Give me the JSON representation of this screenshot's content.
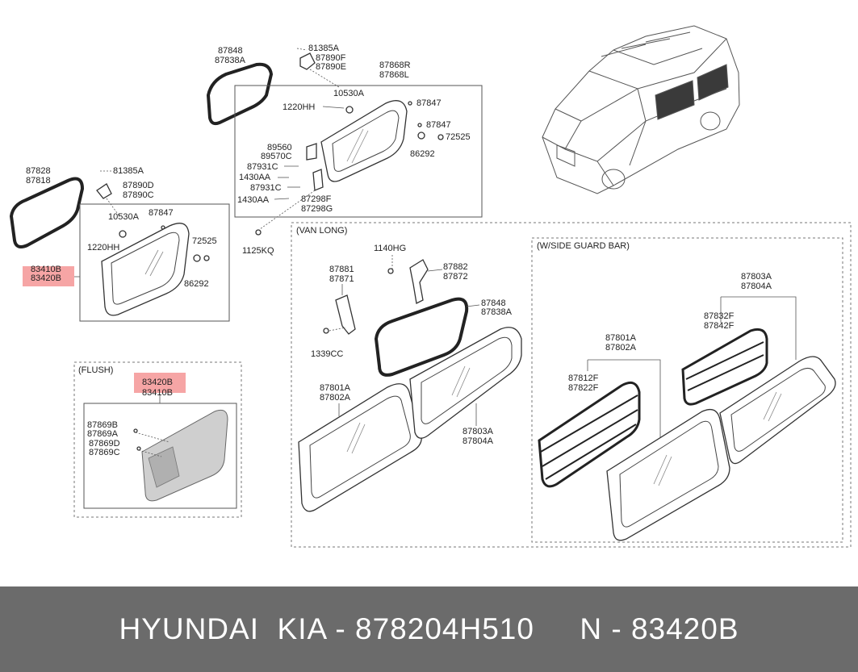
{
  "labels": {
    "l87848a": "87848",
    "l87838a_a": "87838A",
    "l81385a_top": "81385A",
    "l87890f": "87890F",
    "l87890e": "87890E",
    "l87868r": "87868R",
    "l87868l": "87868L",
    "l10530a_top": "10530A",
    "l1220hh_top": "1220HH",
    "l87847_top1": "87847",
    "l87847_top2": "87847",
    "l72525_top": "72525",
    "l86292_top": "86292",
    "l89560": "89560",
    "l89570c": "89570C",
    "l87931c_a": "87931C",
    "l1430aa_a": "1430AA",
    "l87931c_b": "87931C",
    "l1430aa_b": "1430AA",
    "l87298f": "87298F",
    "l87298g": "87298G",
    "l1125kq": "1125KQ",
    "l87828": "87828",
    "l87818": "87818",
    "l81385a_left": "81385A",
    "l87890d": "87890D",
    "l87890c": "87890C",
    "l10530a_left": "10530A",
    "l87847_left": "87847",
    "l1220hh_left": "1220HH",
    "l72525_left": "72525",
    "l83410b_a": "83410B",
    "l83420b_a": "83420B",
    "l86292_left": "86292",
    "l83420b_b": "83420B",
    "l83410b_b": "83410B",
    "l87869b": "87869B",
    "l87869a": "87869A",
    "l87869d": "87869D",
    "l87869c": "87869C",
    "l1140hg": "1140HG",
    "l87881": "87881",
    "l87871": "87871",
    "l87882": "87882",
    "l87872": "87872",
    "l87848b": "87848",
    "l87838a_b": "87838A",
    "l1339cc": "1339CC",
    "l87801a_a": "87801A",
    "l87802a_a": "87802A",
    "l87803a_a": "87803A",
    "l87804a_a": "87804A",
    "l87803a_b": "87803A",
    "l87804a_b": "87804A",
    "l87832f": "87832F",
    "l87842f": "87842F",
    "l87801a_b": "87801A",
    "l87802a_b": "87802A",
    "l87812f": "87812F",
    "l87822f": "87822F"
  },
  "sections": {
    "flush": "(FLUSH)",
    "van_long": "(VAN LONG)",
    "side_guard": "(W/SIDE GUARD BAR)"
  },
  "highlight_color": "#f6a5a5",
  "footer": {
    "text": "HYUNDAI  KIA - 878204H510     N - 83420B"
  }
}
